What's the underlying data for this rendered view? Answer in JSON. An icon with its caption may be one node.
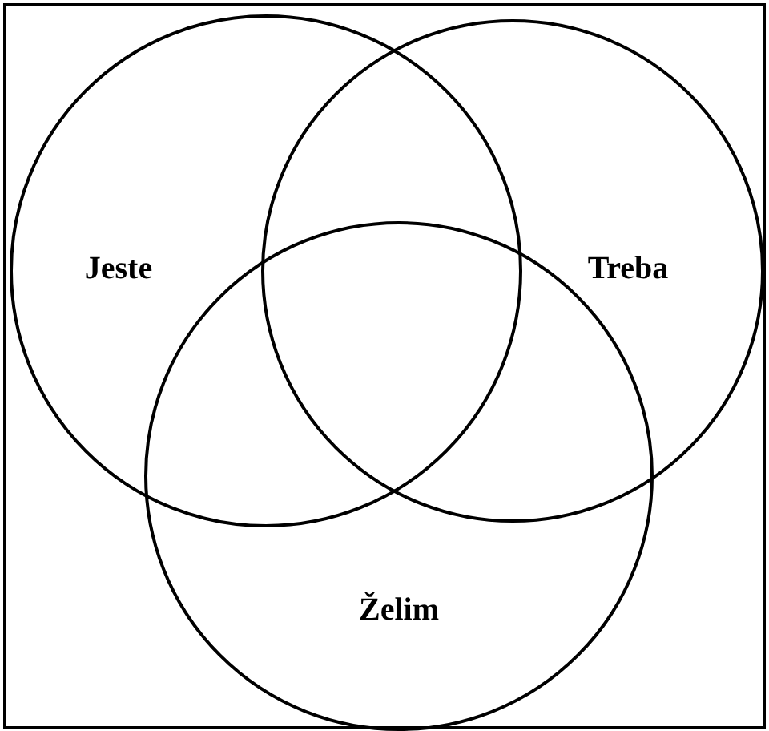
{
  "diagram": {
    "nodes": [
      {
        "text": [
          "Jeste"
        ]
      },
      {
        "text": [
          "Treba"
        ]
      },
      {
        "text": [
          "Želim"
        ]
      }
    ]
  }
}
